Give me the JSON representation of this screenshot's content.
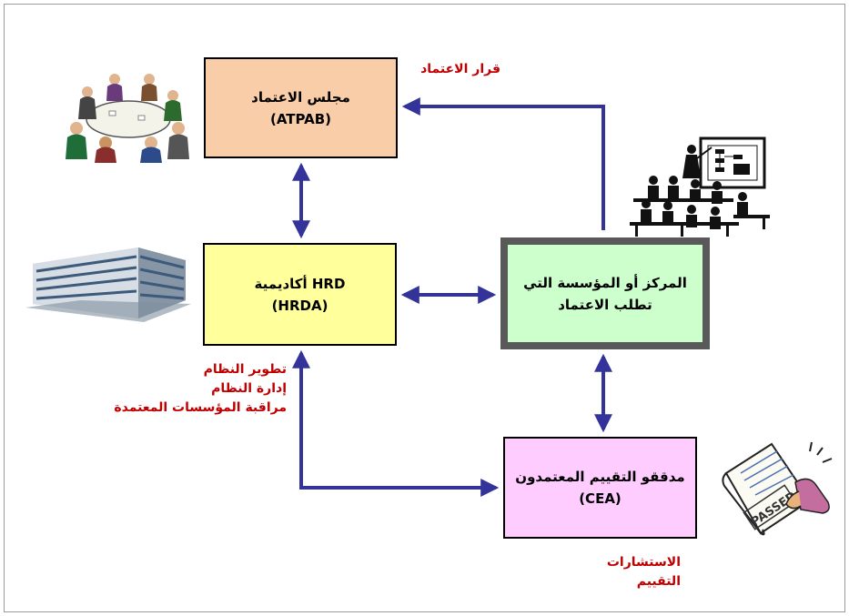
{
  "colors": {
    "arrow": "#333399",
    "label_red": "#c00000",
    "council_fill": "#f9cda7",
    "academy_fill": "#ffff9b",
    "center_fill": "#ccffcc",
    "center_border": "#595959",
    "auditors_fill": "#ffccff"
  },
  "boxes": {
    "council": {
      "line1": "مجلس الاعتماد",
      "line2": "(ATPAB)"
    },
    "academy": {
      "line1": "أكاديمية HRD",
      "line2": "(HRDA)"
    },
    "center": {
      "line1": "المركز أو المؤسسة التي",
      "line2": "تطلب الاعتماد"
    },
    "auditors": {
      "line1": "مدققو التقييم المعتمدون",
      "line2": "(CEA)"
    }
  },
  "labels": {
    "decision": "قرار الاعتماد",
    "academy_roles": [
      "تطوير النظام",
      "إدارة النظام",
      "مراقبة المؤسسات المعتمدة"
    ],
    "auditor_roles": [
      "الاستشارات",
      "التقييم"
    ]
  },
  "icons": {
    "meeting": "meeting-table-clipart",
    "training": "training-class-clipart",
    "building": "office-building-clipart",
    "passed": "passed-inspection-document-clipart"
  }
}
